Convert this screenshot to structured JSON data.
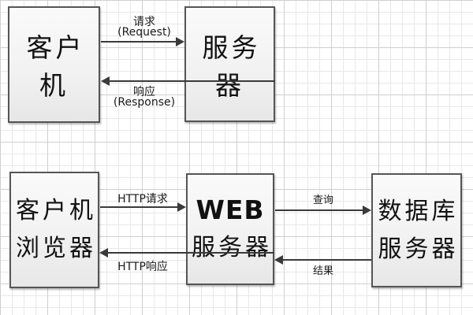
{
  "diagram": {
    "type": "flowchart",
    "background": "graph-paper-grid",
    "top_flow": {
      "client": {
        "label": "客户机"
      },
      "server": {
        "label": "服务器"
      },
      "request": {
        "cn": "请求",
        "en": "(Request)",
        "direction": "client-to-server"
      },
      "response": {
        "cn": "响应",
        "en": "(Response)",
        "direction": "server-to-client"
      }
    },
    "bottom_flow": {
      "browser": {
        "line1": "客户机",
        "line2": "浏览器"
      },
      "web_server": {
        "line1": "WEB",
        "line2": "服务器"
      },
      "db_server": {
        "line1": "数据库",
        "line2": "服务器"
      },
      "http_request": {
        "label": "HTTP请求",
        "direction": "browser-to-web-server"
      },
      "http_response": {
        "label": "HTTP响应",
        "direction": "web-server-to-browser"
      },
      "query": {
        "label": "查询",
        "direction": "web-server-to-db-server"
      },
      "result": {
        "label": "结果",
        "direction": "db-server-to-web-server"
      }
    },
    "colors": {
      "box_border": "#555555",
      "box_fill_top": "#fafafa",
      "box_fill_bottom": "#e7e7e7",
      "arrow": "#3a3a3a",
      "grid_minor": "#e8e8e8",
      "grid_major": "#cfcfcf",
      "text": "#111111",
      "background": "#ffffff"
    }
  }
}
